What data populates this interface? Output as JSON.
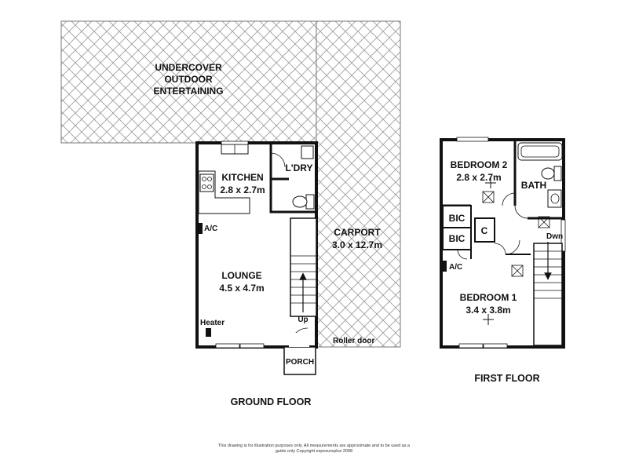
{
  "ground_floor": {
    "heading": "GROUND FLOOR",
    "outdoor": {
      "line1": "UNDERCOVER",
      "line2": "OUTDOOR",
      "line3": "ENTERTAINING"
    },
    "kitchen": {
      "name": "KITCHEN",
      "size": "2.8 x 2.7m"
    },
    "laundry": {
      "name": "L'DRY"
    },
    "lounge": {
      "name": "LOUNGE",
      "size": "4.5 x 4.7m"
    },
    "carport": {
      "name": "CARPORT",
      "size": "3.0 x 12.7m"
    },
    "porch": {
      "name": "PORCH"
    },
    "ac": "A/C",
    "heater": "Heater",
    "up": "Up",
    "roller_door": "Roller door"
  },
  "first_floor": {
    "heading": "FIRST FLOOR",
    "bedroom2": {
      "name": "BEDROOM 2",
      "size": "2.8 x 2.7m"
    },
    "bath": {
      "name": "BATH"
    },
    "bic1": "BIC",
    "bic2": "BIC",
    "cupboard": "C",
    "bedroom1": {
      "name": "BEDROOM 1",
      "size": "3.4 x 3.8m"
    },
    "ac": "A/C",
    "down": "Dwn"
  },
  "disclaimer": {
    "line1": "This drawing is for illustration purposes only. All measurements are approximate and to be used as a",
    "line2": "guide only Copyright exposureplus 2008"
  }
}
